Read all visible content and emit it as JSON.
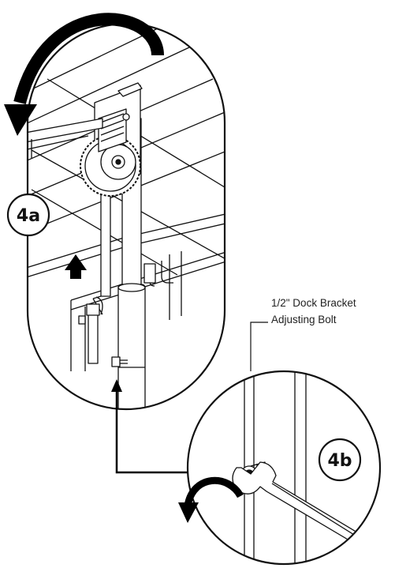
{
  "steps": {
    "step_a": "4a",
    "step_b": "4b"
  },
  "callout": {
    "line1": "1/2\" Dock Bracket",
    "line2": "Adjusting Bolt"
  },
  "icons": [
    "rotate-arrow-icon",
    "up-arrow-icon",
    "connector-arrow-icon",
    "wrench-icon"
  ],
  "colors": {
    "line": "#111111",
    "fill": "#ffffff",
    "arrow": "#000000"
  }
}
